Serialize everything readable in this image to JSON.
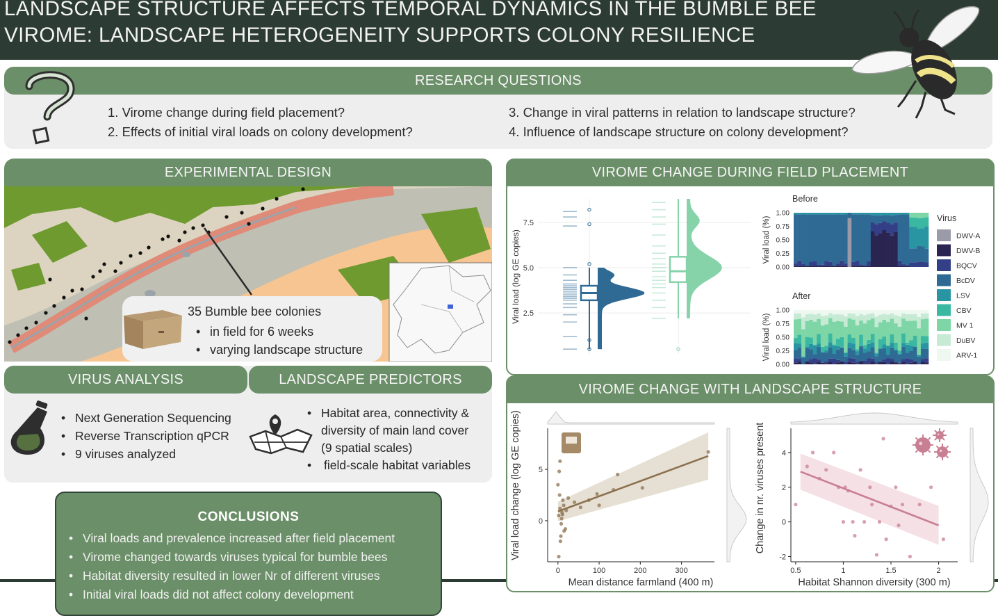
{
  "title": {
    "line1": "LANDSCAPE STRUCTURE AFFECTS TEMPORAL DYNAMICS IN THE BUMBLE BEE",
    "line2": "VIROME: LANDSCAPE HETEROGENEITY SUPPORTS COLONY RESILIENCE"
  },
  "research_questions": {
    "heading": "RESEARCH QUESTIONS",
    "items": [
      "1. Virome change during field placement?",
      "2. Effects of initial viral loads on colony development?",
      "3. Change in viral patterns in relation to landscape structure?",
      "4. Influence of landscape structure on colony development?"
    ]
  },
  "experimental_design": {
    "heading": "EXPERIMENTAL DESIGN",
    "lead": "35 Bumble bee colonies",
    "bullets": [
      "in field for 6 weeks",
      "varying landscape structure"
    ]
  },
  "virus_analysis": {
    "heading": "VIRUS ANALYSIS",
    "bullets": [
      "Next Generation Sequencing",
      "Reverse Transcription qPCR",
      "9 viruses analyzed"
    ]
  },
  "landscape_predictors": {
    "heading": "LANDSCAPE PREDICTORS",
    "bullets": [
      "Habitat area, connectivity &",
      "diversity of main land cover",
      "(9 spatial scales)",
      "field-scale habitat variables"
    ]
  },
  "conclusions": {
    "heading": "CONCLUSIONS",
    "bullets": [
      "Viral loads and prevalence increased after field placement",
      "Virome changed towards viruses typical for bumble bees",
      "Habitat diversity resulted in lower Nr of different viruses",
      "Initial viral loads did not affect colony development"
    ]
  },
  "virome_field": {
    "heading": "VIROME CHANGE DURING FIELD PLACEMENT"
  },
  "virome_landscape": {
    "heading": "VIROME CHANGE WITH LANDSCAPE STRUCTURE"
  },
  "colors": {
    "header_bg": "#2c3b33",
    "band_green": "#6b8f68",
    "panel_grey": "#eeeeee",
    "before_blue": "#2f6a94",
    "after_green": "#86d3aa",
    "brown": "#8c7150",
    "pink": "#c97f93"
  },
  "chart_data": [
    {
      "type": "violin",
      "ylabel": "Viral load (log GE copies)",
      "yticks": [
        2.5,
        5.0,
        7.5
      ],
      "ylim": [
        0.2,
        8.8
      ],
      "groups": [
        {
          "name": "Before",
          "median": 3.6,
          "q1": 3.2,
          "q3": 4.0,
          "whisker_low": 0.5,
          "whisker_high": 5.0,
          "color": "#2f6a94"
        },
        {
          "name": "After",
          "median": 4.8,
          "q1": 4.2,
          "q3": 5.6,
          "whisker_low": 2.2,
          "whisker_high": 8.8,
          "color": "#86d3aa"
        }
      ]
    },
    {
      "type": "bar",
      "stacked": true,
      "ylabel": "Viral load (%)",
      "yticks": [
        "0.00",
        "0.25",
        "0.50",
        "0.75",
        "1.00"
      ],
      "panels": [
        "Before",
        "After"
      ],
      "legend_title": "Virus",
      "legend_position": "right",
      "series": [
        {
          "name": "DWV-A",
          "color": "#9a9aa8"
        },
        {
          "name": "DWV-B",
          "color": "#2a2550"
        },
        {
          "name": "BQCV",
          "color": "#333f86"
        },
        {
          "name": "BcDV",
          "color": "#2f6a94"
        },
        {
          "name": "LSV",
          "color": "#2a95a2"
        },
        {
          "name": "CBV",
          "color": "#3bb8a2"
        },
        {
          "name": "MV 1",
          "color": "#7ed6a6"
        },
        {
          "name": "DuBV",
          "color": "#c7ead5"
        },
        {
          "name": "ARV-1",
          "color": "#eef8f1"
        }
      ]
    },
    {
      "type": "scatter",
      "xlabel": "Mean distance farmland (400 m)",
      "ylabel": "Viral load change (log GE copies)",
      "xticks": [
        0,
        100,
        200,
        300
      ],
      "yticks": [
        0,
        5
      ],
      "xlim": [
        -25,
        380
      ],
      "ylim": [
        -4,
        9
      ],
      "trend": {
        "x": [
          0,
          365
        ],
        "y": [
          0.9,
          6.3
        ]
      },
      "x": [
        2,
        5,
        8,
        10,
        12,
        15,
        0,
        3,
        6,
        9,
        14,
        18,
        4,
        7,
        11,
        2,
        5,
        20,
        25,
        40,
        55,
        75,
        95,
        100,
        135,
        145,
        205,
        365
      ],
      "y": [
        0.5,
        1.2,
        -0.3,
        0.8,
        2.0,
        -1.0,
        3.5,
        4.8,
        -2.0,
        0.2,
        1.5,
        -0.8,
        2.5,
        -1.5,
        0.6,
        -3.5,
        5.8,
        1.0,
        2.2,
        1.8,
        1.3,
        2.0,
        2.6,
        1.5,
        3.0,
        4.5,
        3.2,
        6.7
      ]
    },
    {
      "type": "scatter",
      "xlabel": "Habitat Shannon diversity (300 m)",
      "ylabel": "Change in nr. viruses present",
      "xticks": [
        0.5,
        1.0,
        1.5,
        2.0
      ],
      "yticks": [
        -2,
        0,
        2,
        4
      ],
      "xlim": [
        0.45,
        2.2
      ],
      "ylim": [
        -2.3,
        5.4
      ],
      "trend": {
        "x": [
          0.55,
          2.0
        ],
        "y": [
          2.9,
          -0.2
        ]
      },
      "x": [
        0.5,
        0.62,
        0.68,
        0.75,
        0.82,
        0.9,
        0.95,
        1.0,
        1.02,
        1.05,
        1.1,
        1.12,
        1.18,
        1.22,
        1.28,
        1.3,
        1.35,
        1.38,
        1.42,
        1.45,
        1.5,
        1.55,
        1.58,
        1.62,
        1.7,
        1.8,
        1.92,
        2.05
      ],
      "y": [
        1.0,
        3.2,
        4.0,
        2.5,
        3.0,
        4.0,
        2.0,
        0.0,
        2.0,
        1.8,
        0.0,
        -0.8,
        3.0,
        0.0,
        2.0,
        1.0,
        -1.9,
        0.0,
        4.8,
        -1.0,
        0.9,
        2.0,
        -0.2,
        1.0,
        -2.0,
        1.0,
        2.0,
        -1.0
      ]
    }
  ]
}
